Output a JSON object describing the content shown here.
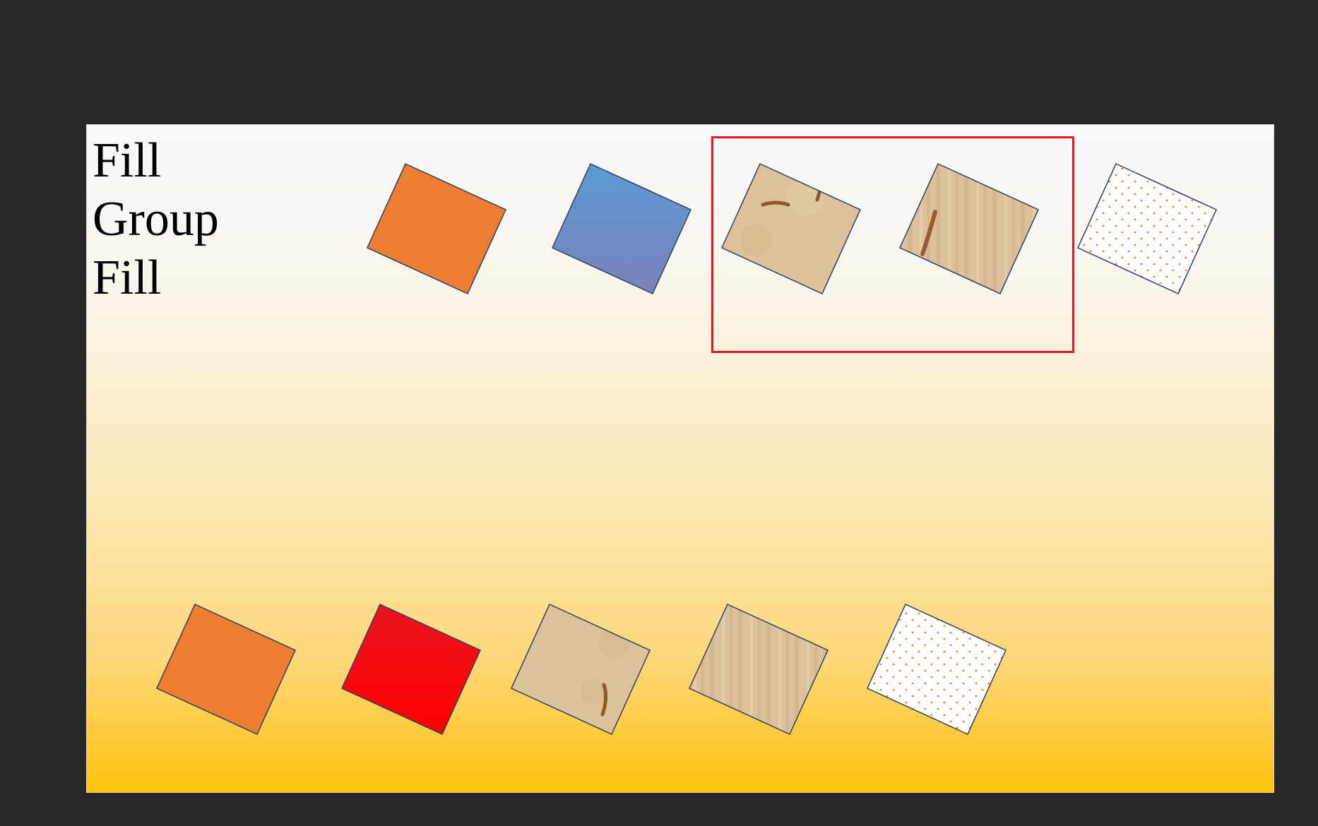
{
  "slide": {
    "title_lines": [
      "Fill",
      "Group",
      "Fill"
    ]
  },
  "colors": {
    "app_background": "#282828",
    "orange_fill": "#ed7d31",
    "blue_gradient": [
      "#5b9bd5",
      "#7b80b8"
    ],
    "red_gradient": [
      "#e8141f",
      "#ff0000"
    ],
    "texture_tan": "#dcc29c",
    "pattern_dot": "#ed7d31",
    "shape_outline": "#2f3f5f",
    "selection_outline": "#e8141f"
  },
  "shapes": {
    "top_row": [
      {
        "name": "orange-solid-fill-square",
        "fill": "solid-orange"
      },
      {
        "name": "blue-gradient-fill-square",
        "fill": "gradient-blue"
      },
      {
        "name": "fish-fossil-picture-fill-square",
        "fill": "picture-fossil"
      },
      {
        "name": "wood-texture-fill-square",
        "fill": "texture-tan"
      },
      {
        "name": "dotted-pattern-fill-square",
        "fill": "pattern-dots"
      }
    ],
    "bottom_row": [
      {
        "name": "orange-solid-fill-square",
        "fill": "solid-orange"
      },
      {
        "name": "red-gradient-fill-square",
        "fill": "gradient-red"
      },
      {
        "name": "fish-fossil-picture-fill-square",
        "fill": "picture-fossil"
      },
      {
        "name": "wood-texture-fill-square",
        "fill": "texture-tan"
      },
      {
        "name": "dotted-pattern-fill-square",
        "fill": "pattern-dots"
      }
    ]
  }
}
